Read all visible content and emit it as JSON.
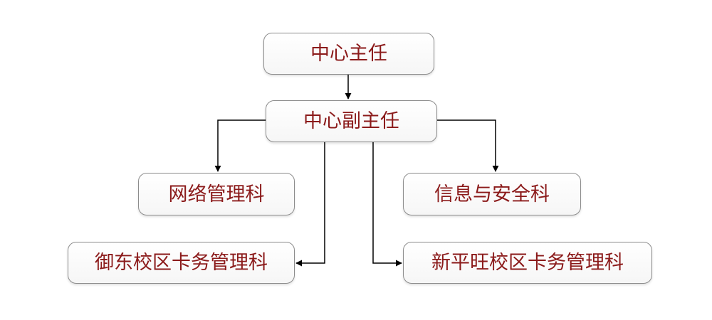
{
  "org_chart": {
    "nodes": {
      "director": "中心主任",
      "deputy_director": "中心副主任",
      "network_section": "网络管理科",
      "info_security_section": "信息与安全科",
      "yudong_card_section": "御东校区卡务管理科",
      "xinpingwang_card_section": "新平旺校区卡务管理科"
    },
    "edges": [
      {
        "from": "director",
        "to": "deputy_director"
      },
      {
        "from": "deputy_director",
        "to": "network_section"
      },
      {
        "from": "deputy_director",
        "to": "info_security_section"
      },
      {
        "from": "deputy_director",
        "to": "yudong_card_section"
      },
      {
        "from": "deputy_director",
        "to": "xinpingwang_card_section"
      }
    ]
  },
  "colors": {
    "text": "#8b1a1a",
    "box_border": "#8c8c8c",
    "connector": "#000000"
  }
}
